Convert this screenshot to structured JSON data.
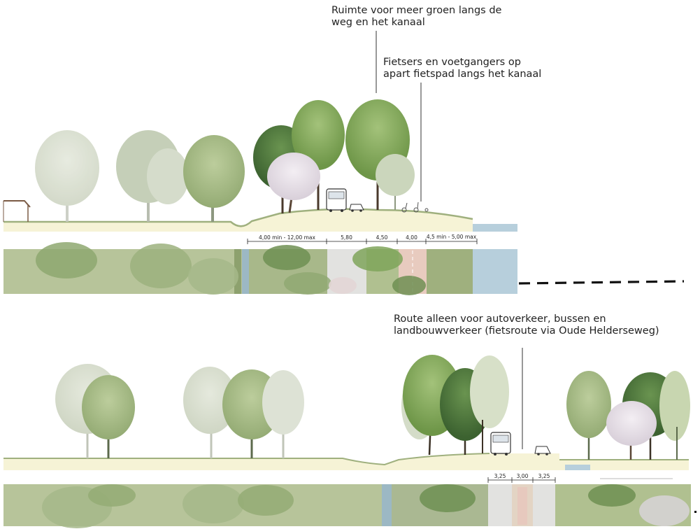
{
  "annotations": {
    "top_a": {
      "line1": "Ruimte voor meer groen langs de",
      "line2": "weg en het kanaal"
    },
    "top_b": {
      "line1": "Fietsers en voetgangers op",
      "line2": "apart fietspad langs het kanaal"
    },
    "bottom": {
      "line1": "Route alleen voor autoverkeer, bussen en",
      "line2": "landbouwverkeer (fietsroute via Oude Helderseweg)"
    }
  },
  "dimensions": {
    "top": [
      {
        "label": "4,00 min - 12,00 max"
      },
      {
        "label": "5,80"
      },
      {
        "label": "4,50"
      },
      {
        "label": "4,00"
      },
      {
        "label": "4,5 min - 5,00 max"
      }
    ],
    "bottom": [
      {
        "label": "3,25"
      },
      {
        "label": "3,00"
      },
      {
        "label": "3,25"
      }
    ]
  },
  "colors": {
    "ground": "#f6f3d6",
    "grass": "#aab892",
    "plan_grass": "#b7c49a",
    "road": "#e2e2e0",
    "bike_path": "#e8cbbf",
    "water": "#b7cfdc",
    "tree_light": "#d9ded0",
    "tree_mid": "#a9bd8a",
    "tree_green": "#7fa45a",
    "tree_dark": "#4f7a3a",
    "blossom": "#e9e2ea"
  }
}
